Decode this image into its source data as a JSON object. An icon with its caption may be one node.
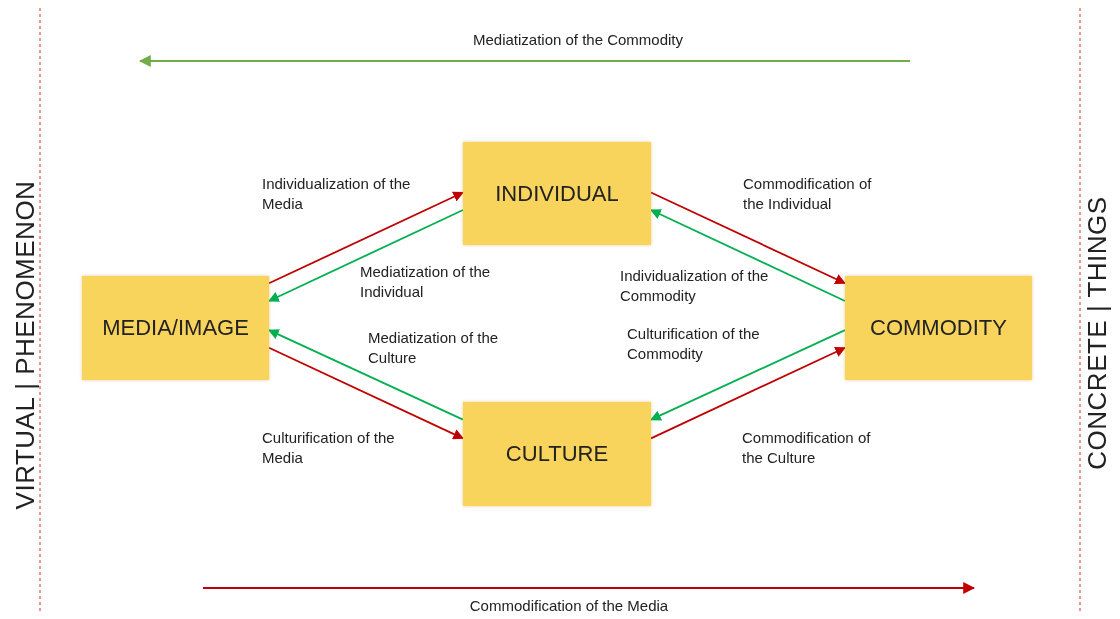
{
  "diagram": {
    "nodes": [
      {
        "text": [
          "INDIVIDUAL"
        ]
      },
      {
        "text": [
          "MEDIA/IMAGE"
        ]
      },
      {
        "text": [
          "COMMODITY"
        ]
      },
      {
        "text": [
          "CULTURE"
        ]
      }
    ],
    "edges": [
      {
        "from": 1,
        "to": 0,
        "arrow": "to",
        "label": "Individualization of the Media",
        "color": "#c00000"
      },
      {
        "from": 0,
        "to": 1,
        "arrow": "to",
        "label": "Mediatization of the Individual",
        "color": "#00b050"
      },
      {
        "from": 0,
        "to": 2,
        "arrow": "to",
        "label": "Commodification of the Individual",
        "color": "#c00000"
      },
      {
        "from": 2,
        "to": 0,
        "arrow": "to",
        "label": "Individualization of the Commodity",
        "color": "#00b050"
      },
      {
        "from": 3,
        "to": 1,
        "arrow": "to",
        "label": "Mediatization of the Culture",
        "color": "#00b050"
      },
      {
        "from": 1,
        "to": 3,
        "arrow": "to",
        "label": "Culturification of the Media",
        "color": "#c00000"
      },
      {
        "from": 2,
        "to": 3,
        "arrow": "to",
        "label": "Culturification of the Commodity",
        "color": "#00b050"
      },
      {
        "from": 3,
        "to": 2,
        "arrow": "to",
        "label": "Commodification of the Culture",
        "color": "#c00000"
      }
    ],
    "labels": [
      "Mediatization of the Commodity",
      "VIRTUAL | PHENOMENON",
      "CONCRETE | THINGS",
      "Commodification of the Media"
    ]
  }
}
